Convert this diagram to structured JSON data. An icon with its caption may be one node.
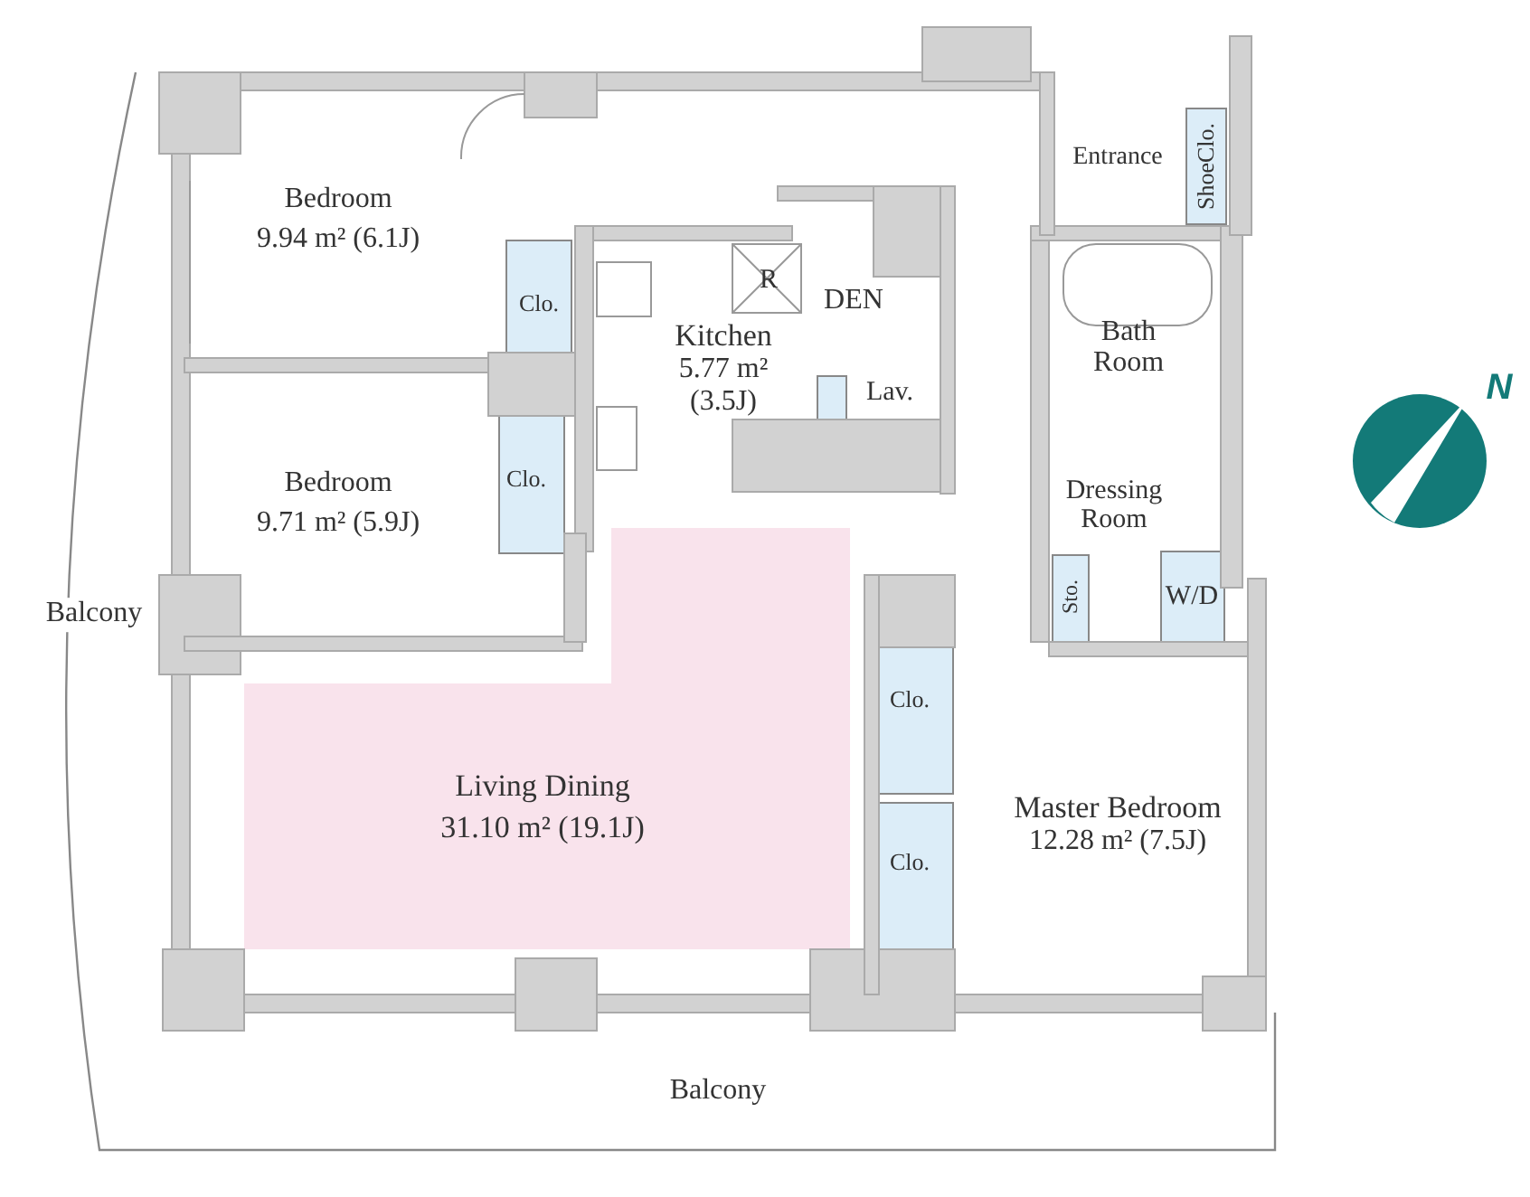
{
  "diagram": {
    "labels": [
      "Entrance",
      "ShoeClo.",
      "Bedroom",
      "9.94 m² (6.1J)",
      "Clo.",
      "R",
      "DEN",
      "Kitchen",
      "5.77 m²",
      "(3.5J)",
      "Bath Room",
      "N",
      "Lav.",
      "Bedroom",
      "9.71 m² (5.9J)",
      "Clo.",
      "Dressing Room",
      "Balcony",
      "Sto.",
      "W/D",
      "Clo.",
      "Living Dining",
      "31.10 m² (19.1J)",
      "Master Bedroom",
      "12.28 m² (7.5J)",
      "Clo.",
      "Balcony"
    ]
  }
}
